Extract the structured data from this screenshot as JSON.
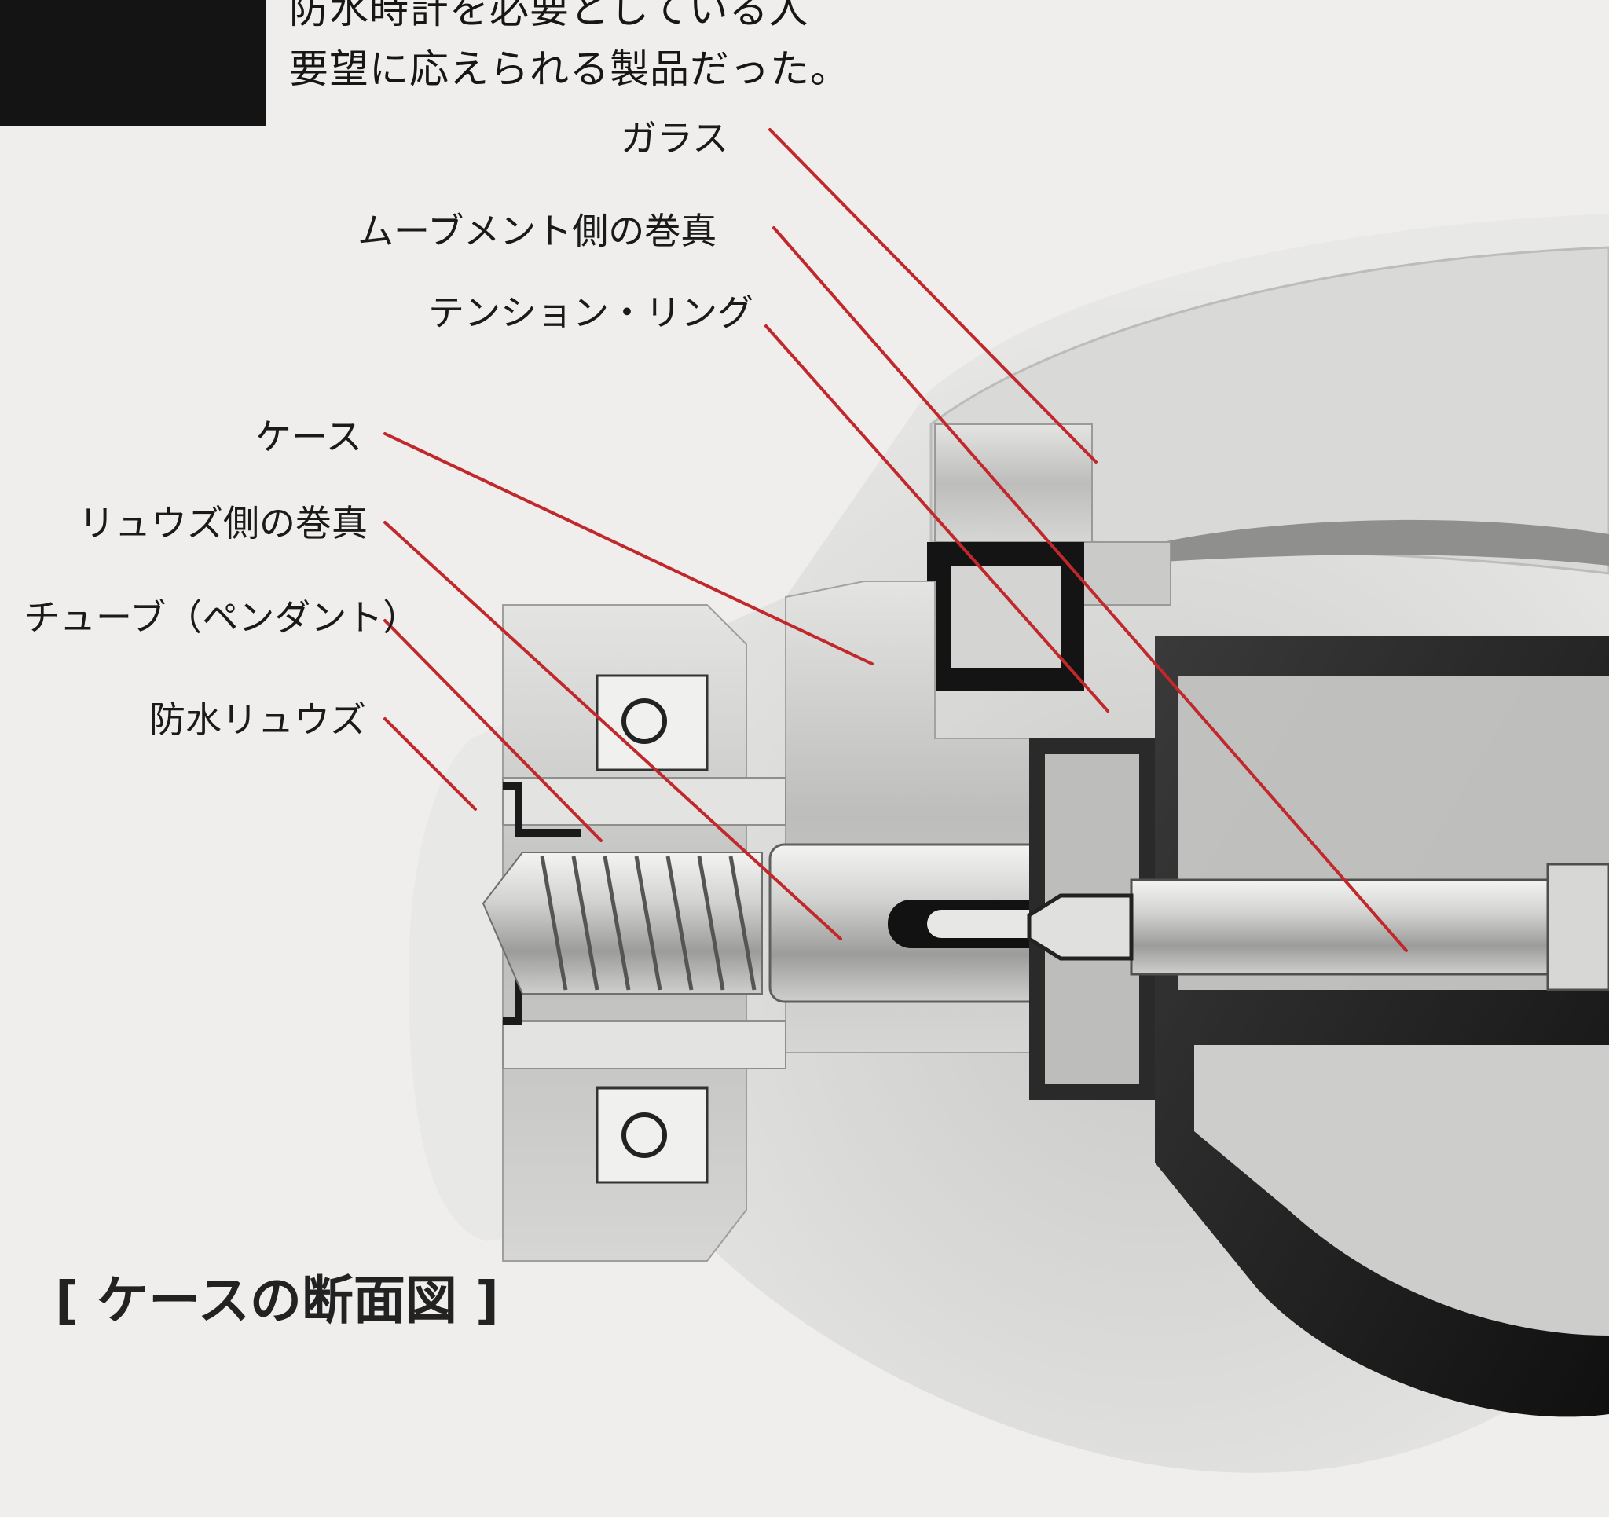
{
  "header_text": {
    "line1": "防水時計を必要としている人",
    "line2": "要望に応えられる製品だった。"
  },
  "labels": [
    {
      "id": "glass",
      "text": "ガラス"
    },
    {
      "id": "movement-stem",
      "text": "ムーブメント側の巻真"
    },
    {
      "id": "tension-ring",
      "text": "テンション・リング"
    },
    {
      "id": "case",
      "text": "ケース"
    },
    {
      "id": "crown-stem",
      "text": "リュウズ側の巻真"
    },
    {
      "id": "tube",
      "text": "チューブ（ペンダント）"
    },
    {
      "id": "waterproof-crown",
      "text": "防水リュウズ"
    }
  ],
  "caption": {
    "open": "[",
    "text": "ケースの断面図",
    "close": "]"
  },
  "colors": {
    "leader_line": "#c0282c",
    "page": "#efeeec",
    "panel": "#141414"
  }
}
